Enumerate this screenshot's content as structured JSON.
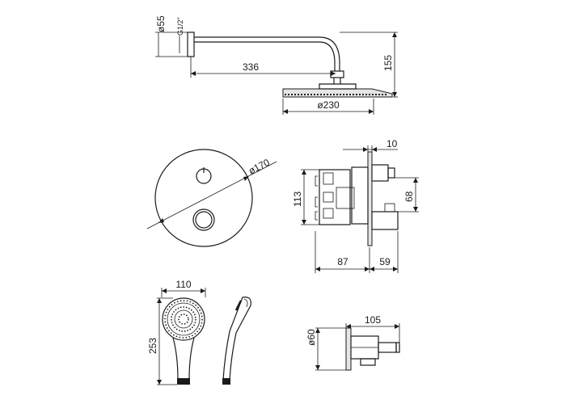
{
  "dimensions": {
    "arm_diameter": "ø55",
    "arm_thread": "G1/2\"",
    "arm_length": "336",
    "arm_height": "155",
    "head_diameter": "ø230",
    "plate_diameter": "ø170",
    "body_thickness": "10",
    "body_height": "113",
    "valve_height": "68",
    "body_depth": "87",
    "valve_depth": "59",
    "handshower_width": "110",
    "handshower_length": "253",
    "outlet_diameter": "ø60",
    "outlet_length": "105"
  }
}
